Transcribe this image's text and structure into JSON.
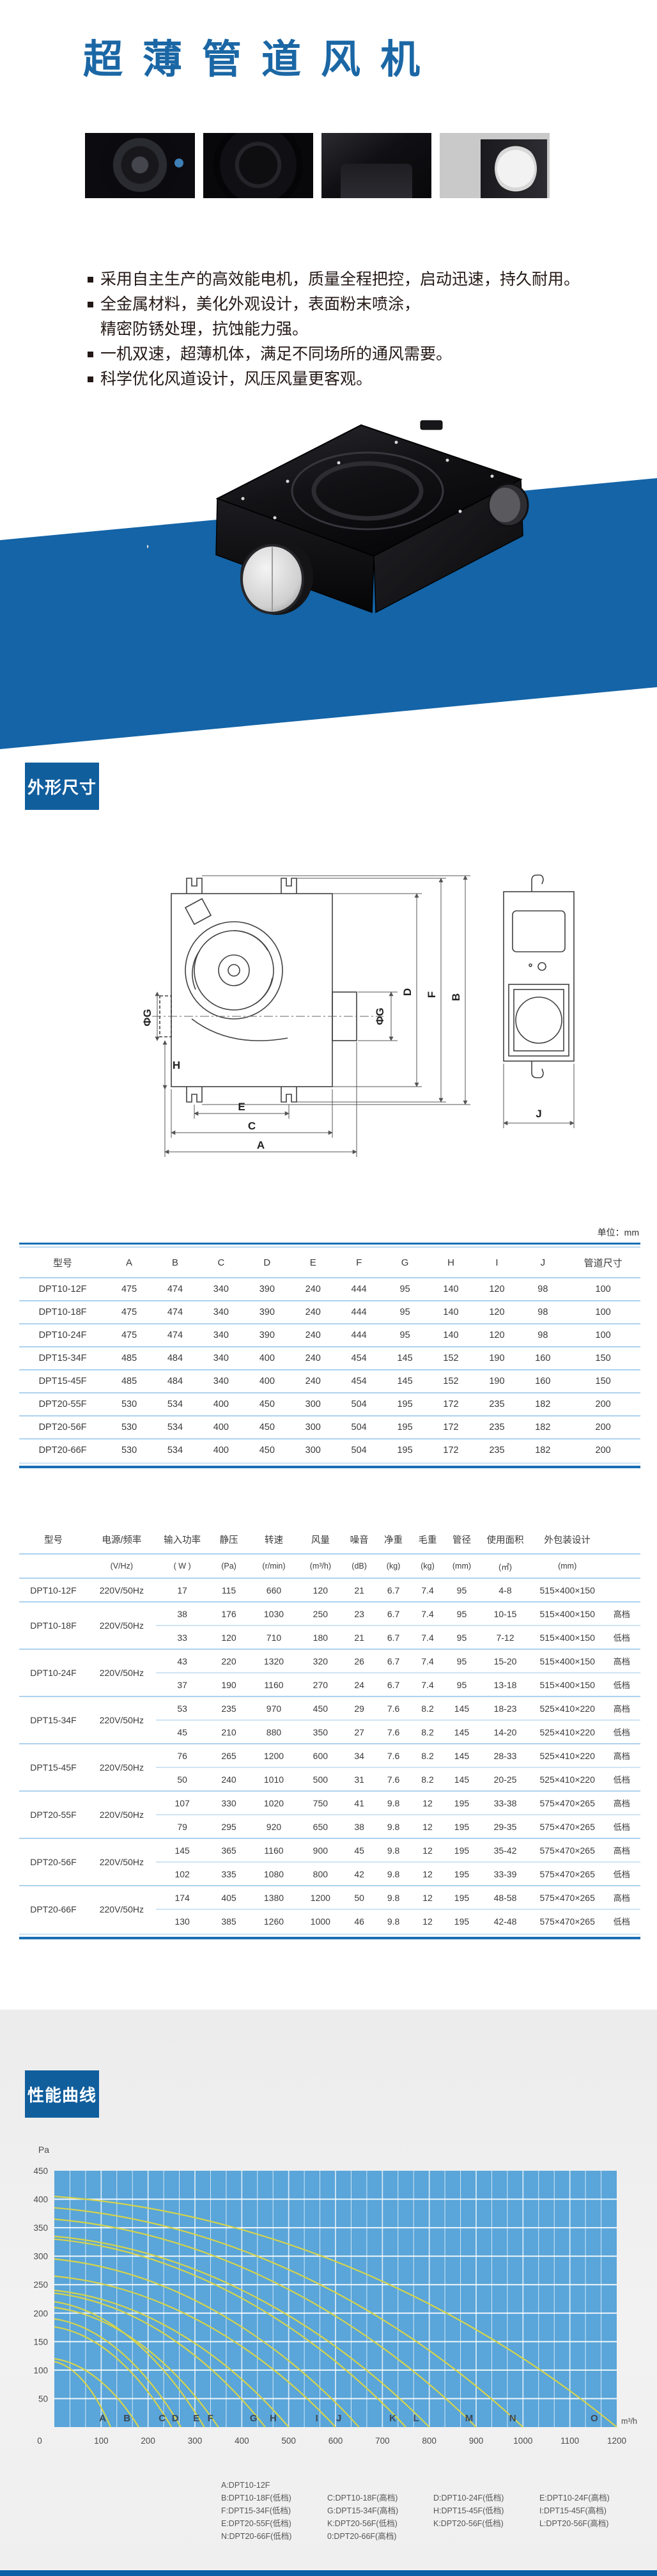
{
  "page": {
    "title": "超薄管道风机",
    "title_display": "超薄管道风机",
    "unit_note": "单位：mm",
    "accent_blue": "#1b67a5",
    "badge_blue": "#115e9d",
    "band_blue": "#1464a7",
    "plot_blue": "#5aa5d9",
    "curve_yellow": "#d5d44c",
    "table_rule_dark": "#1a6fb5",
    "table_rule_light": "#aed2ee"
  },
  "sections": {
    "dimensions": {
      "badge": "外形尺寸"
    },
    "performance": {
      "badge": "性能曲线"
    }
  },
  "features": [
    {
      "lines": [
        "采用自主生产的高效能电机，质量全程把控，启动迅速，持久耐用。"
      ]
    },
    {
      "lines": [
        "全金属材料，美化外观设计，表面粉末喷涂，",
        "精密防锈处理，抗蚀能力强。"
      ]
    },
    {
      "lines": [
        "一机双速，超薄机体，满足不同场所的通风需要。"
      ]
    },
    {
      "lines": [
        "科学优化风道设计，风压风量更客观。"
      ]
    }
  ],
  "product_photos": [
    "fan-wheel-front-photo",
    "impeller-close-up-photo",
    "housing-corner-photo",
    "unit-with-duct-photo"
  ],
  "drawing": {
    "labels": {
      "a": "A",
      "b": "B",
      "c": "C",
      "d": "D",
      "e": "E",
      "f": "F",
      "g_right": "ΦG",
      "g_left": "ΦG",
      "h": "H",
      "j": "J"
    }
  },
  "dimension_table": {
    "headers": [
      "型号",
      "A",
      "B",
      "C",
      "D",
      "E",
      "F",
      "G",
      "H",
      "I",
      "J",
      "管道尺寸"
    ],
    "rows": [
      {
        "model": "DPT10-12F",
        "values": [
          "475",
          "474",
          "340",
          "390",
          "240",
          "444",
          "95",
          "140",
          "120",
          "98",
          "100"
        ]
      },
      {
        "model": "DPT10-18F",
        "values": [
          "475",
          "474",
          "340",
          "390",
          "240",
          "444",
          "95",
          "140",
          "120",
          "98",
          "100"
        ]
      },
      {
        "model": "DPT10-24F",
        "values": [
          "475",
          "474",
          "340",
          "390",
          "240",
          "444",
          "95",
          "140",
          "120",
          "98",
          "100"
        ]
      },
      {
        "model": "DPT15-34F",
        "values": [
          "485",
          "484",
          "340",
          "400",
          "240",
          "454",
          "145",
          "152",
          "190",
          "160",
          "150"
        ]
      },
      {
        "model": "DPT15-45F",
        "values": [
          "485",
          "484",
          "340",
          "400",
          "240",
          "454",
          "145",
          "152",
          "190",
          "160",
          "150"
        ]
      },
      {
        "model": "DPT20-55F",
        "values": [
          "530",
          "534",
          "400",
          "450",
          "300",
          "504",
          "195",
          "172",
          "235",
          "182",
          "200"
        ]
      },
      {
        "model": "DPT20-56F",
        "values": [
          "530",
          "534",
          "400",
          "450",
          "300",
          "504",
          "195",
          "172",
          "235",
          "182",
          "200"
        ]
      },
      {
        "model": "DPT20-66F",
        "values": [
          "530",
          "534",
          "400",
          "450",
          "300",
          "504",
          "195",
          "172",
          "235",
          "182",
          "200"
        ]
      }
    ]
  },
  "spec_table": {
    "headers": [
      "型号",
      "电源/频率",
      "输入功率",
      "静压",
      "转速",
      "风量",
      "噪音",
      "净重",
      "毛重",
      "管径",
      "使用面积",
      "外包装设计"
    ],
    "units": [
      "",
      "(V/Hz)",
      "( W )",
      "(Pa)",
      "(r/min)",
      "(m³/h)",
      "(dB)",
      "(kg)",
      "(kg)",
      "(mm)",
      "(㎡)",
      "(mm)",
      ""
    ],
    "groups": [
      {
        "model": "DPT10-12F",
        "power": "220V/50Hz",
        "rows": [
          [
            "17",
            "115",
            "660",
            "120",
            "21",
            "6.7",
            "7.4",
            "95",
            "4-8",
            "515×400×150",
            ""
          ]
        ]
      },
      {
        "model": "DPT10-18F",
        "power": "220V/50Hz",
        "rows": [
          [
            "38",
            "176",
            "1030",
            "250",
            "23",
            "6.7",
            "7.4",
            "95",
            "10-15",
            "515×400×150",
            "高档"
          ],
          [
            "33",
            "120",
            "710",
            "180",
            "21",
            "6.7",
            "7.4",
            "95",
            "7-12",
            "515×400×150",
            "低档"
          ]
        ]
      },
      {
        "model": "DPT10-24F",
        "power": "220V/50Hz",
        "rows": [
          [
            "43",
            "220",
            "1320",
            "320",
            "26",
            "6.7",
            "7.4",
            "95",
            "15-20",
            "515×400×150",
            "高档"
          ],
          [
            "37",
            "190",
            "1160",
            "270",
            "24",
            "6.7",
            "7.4",
            "95",
            "13-18",
            "515×400×150",
            "低档"
          ]
        ]
      },
      {
        "model": "DPT15-34F",
        "power": "220V/50Hz",
        "rows": [
          [
            "53",
            "235",
            "970",
            "450",
            "29",
            "7.6",
            "8.2",
            "145",
            "18-23",
            "525×410×220",
            "高档"
          ],
          [
            "45",
            "210",
            "880",
            "350",
            "27",
            "7.6",
            "8.2",
            "145",
            "14-20",
            "525×410×220",
            "低档"
          ]
        ]
      },
      {
        "model": "DPT15-45F",
        "power": "220V/50Hz",
        "rows": [
          [
            "76",
            "265",
            "1200",
            "600",
            "34",
            "7.6",
            "8.2",
            "145",
            "28-33",
            "525×410×220",
            "高档"
          ],
          [
            "50",
            "240",
            "1010",
            "500",
            "31",
            "7.6",
            "8.2",
            "145",
            "20-25",
            "525×410×220",
            "低档"
          ]
        ]
      },
      {
        "model": "DPT20-55F",
        "power": "220V/50Hz",
        "rows": [
          [
            "107",
            "330",
            "1020",
            "750",
            "41",
            "9.8",
            "12",
            "195",
            "33-38",
            "575×470×265",
            "高档"
          ],
          [
            "79",
            "295",
            "920",
            "650",
            "38",
            "9.8",
            "12",
            "195",
            "29-35",
            "575×470×265",
            "低档"
          ]
        ]
      },
      {
        "model": "DPT20-56F",
        "power": "220V/50Hz",
        "rows": [
          [
            "145",
            "365",
            "1160",
            "900",
            "45",
            "9.8",
            "12",
            "195",
            "35-42",
            "575×470×265",
            "高档"
          ],
          [
            "102",
            "335",
            "1080",
            "800",
            "42",
            "9.8",
            "12",
            "195",
            "33-39",
            "575×470×265",
            "低档"
          ]
        ]
      },
      {
        "model": "DPT20-66F",
        "power": "220V/50Hz",
        "rows": [
          [
            "174",
            "405",
            "1380",
            "1200",
            "50",
            "9.8",
            "12",
            "195",
            "48-58",
            "575×470×265",
            "高档"
          ],
          [
            "130",
            "385",
            "1260",
            "1000",
            "46",
            "9.8",
            "12",
            "195",
            "42-48",
            "575×470×265",
            "低档"
          ]
        ]
      }
    ]
  },
  "chart_data": {
    "type": "line",
    "title": "性能曲线",
    "xlabel": "m³/h",
    "ylabel": "Pa",
    "xlim": [
      0,
      1200
    ],
    "ylim": [
      0,
      450
    ],
    "xticks": [
      0,
      100,
      200,
      300,
      400,
      500,
      600,
      700,
      800,
      900,
      1000,
      1100,
      1200
    ],
    "yticks": [
      0,
      50,
      100,
      150,
      200,
      250,
      300,
      350,
      400,
      450
    ],
    "grid": "white gridlines on blue panel, vertical minor step 33.3, horizontal step 50",
    "legend_position": "below",
    "series": [
      {
        "letter": "A",
        "model": "DPT10-12F",
        "p0": 115,
        "qmax": 120,
        "lx": 103
      },
      {
        "letter": "B",
        "model": "DPT10-18F(低档)",
        "p0": 120,
        "qmax": 180,
        "lx": 155
      },
      {
        "letter": "C",
        "model": "DPT10-18F(高档)",
        "p0": 176,
        "qmax": 250,
        "lx": 230
      },
      {
        "letter": "D",
        "model": "DPT10-24F(低档)",
        "p0": 190,
        "qmax": 270,
        "lx": 258
      },
      {
        "letter": "E",
        "model": "DPT10-24F(高档)",
        "p0": 220,
        "qmax": 320,
        "lx": 303
      },
      {
        "letter": "F",
        "model": "DPT15-34F(低档)",
        "p0": 210,
        "qmax": 350,
        "lx": 333
      },
      {
        "letter": "G",
        "model": "DPT15-34F(高档)",
        "p0": 235,
        "qmax": 450,
        "lx": 425
      },
      {
        "letter": "H",
        "model": "DPT15-45F(低档)",
        "p0": 240,
        "qmax": 500,
        "lx": 467
      },
      {
        "letter": "I",
        "model": "DPT15-45F(高档)",
        "p0": 265,
        "qmax": 600,
        "lx": 560
      },
      {
        "letter": "J",
        "model": "DPT20-55F(低档)",
        "p0": 295,
        "qmax": 650,
        "lx": 607
      },
      {
        "letter": "K",
        "model": "DPT20-55F(高档)",
        "p0": 330,
        "qmax": 750,
        "lx": 722
      },
      {
        "letter": "L",
        "model": "DPT20-56F(低档)",
        "p0": 335,
        "qmax": 800,
        "lx": 772
      },
      {
        "letter": "M",
        "model": "DPT20-56F(高档)",
        "p0": 365,
        "qmax": 900,
        "lx": 885
      },
      {
        "letter": "N",
        "model": "DPT20-66F(低档)",
        "p0": 385,
        "qmax": 1000,
        "lx": 978
      },
      {
        "letter": "O",
        "model": "DPT20-66F(高档)",
        "p0": 405,
        "qmax": 1200,
        "lx": 1152
      }
    ]
  },
  "legend_rows": [
    [
      "A:DPT10-12F"
    ],
    [
      "B:DPT10-18F(低档)",
      "C:DPT10-18F(高档)",
      "D:DPT10-24F(低档)",
      "E:DPT10-24F(高档)"
    ],
    [
      "F:DPT15-34F(低档)",
      "G:DPT15-34F(高档)",
      "H:DPT15-45F(低档)",
      "I:DPT15-45F(高档)"
    ],
    [
      "E:DPT20-55F(低档)",
      "K:DPT20-56F(低档)",
      "K:DPT20-56F(低档)",
      "L:DPT20-56F(高档)"
    ],
    [
      "N:DPT20-66F(低档)",
      "0:DPT20-66F(高档)"
    ]
  ]
}
